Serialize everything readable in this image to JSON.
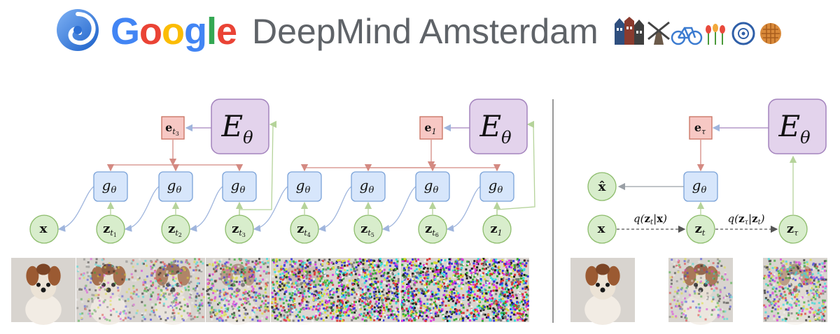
{
  "header": {
    "google_letters": [
      {
        "ch": "G",
        "color": "#4285F4"
      },
      {
        "ch": "o",
        "color": "#EA4335"
      },
      {
        "ch": "o",
        "color": "#FBBC05"
      },
      {
        "ch": "g",
        "color": "#4285F4"
      },
      {
        "ch": "l",
        "color": "#34A853"
      },
      {
        "ch": "e",
        "color": "#EA4335"
      }
    ],
    "brand_rest": "DeepMind Amsterdam",
    "logo_icon": "deepmind-swirl-icon",
    "emoji_icons": [
      "canal-houses-icon",
      "windmill-icon",
      "bicycle-icon",
      "tulips-icon",
      "delft-plate-icon",
      "stroopwafel-icon"
    ]
  },
  "colors": {
    "encoder_fill": "#e3d3ec",
    "encoder_stroke": "#a383bd",
    "embed_fill": "#f7c8c4",
    "embed_stroke": "#c8705f",
    "decoder_fill": "#d7e6fb",
    "decoder_stroke": "#7aa2d8",
    "latent_fill": "#d8edcc",
    "latent_stroke": "#8cbc6b",
    "red_arrow": "#d48a82",
    "blue_arrow": "#9fb5dd",
    "green_arrow": "#b5d39a",
    "gray_arrow": "#9aa0a6"
  },
  "left_panel": {
    "encoders": [
      {
        "main": "E",
        "sub": "θ"
      },
      {
        "main": "E",
        "sub": "θ"
      }
    ],
    "embeddings": [
      {
        "main": "e",
        "sub": "t",
        "subsub": "3"
      },
      {
        "main": "e",
        "sub": "1",
        "subsub": ""
      }
    ],
    "decoder": {
      "main": "g",
      "sub": "θ"
    },
    "latents": [
      {
        "main": "x",
        "sub": "",
        "subsub": ""
      },
      {
        "main": "z",
        "sub": "t",
        "subsub": "1"
      },
      {
        "main": "z",
        "sub": "t",
        "subsub": "2"
      },
      {
        "main": "z",
        "sub": "t",
        "subsub": "3"
      },
      {
        "main": "z",
        "sub": "t",
        "subsub": "4"
      },
      {
        "main": "z",
        "sub": "t",
        "subsub": "5"
      },
      {
        "main": "z",
        "sub": "t",
        "subsub": "6"
      },
      {
        "main": "z",
        "sub": "1",
        "subsub": ""
      }
    ],
    "noise_levels": [
      0.0,
      0.18,
      0.35,
      0.55,
      0.8,
      0.93,
      0.98,
      1.0
    ]
  },
  "right_panel": {
    "encoder": {
      "main": "E",
      "sub": "θ"
    },
    "embedding": {
      "main": "e",
      "sub": "τ"
    },
    "decoder": {
      "main": "g",
      "sub": "θ"
    },
    "x_hat": "x̂",
    "latents": [
      {
        "main": "x",
        "sub": ""
      },
      {
        "main": "z",
        "sub": "t"
      },
      {
        "main": "z",
        "sub": "τ"
      }
    ],
    "q1": {
      "pre": "q(",
      "z": "z",
      "zsub": "t",
      "mid": "|",
      "cond": "x",
      "post": ")"
    },
    "q2": {
      "pre": "q(",
      "z": "z",
      "zsub": "τ",
      "mid": "|",
      "cond": "z",
      "condsub": "t",
      "post": ")"
    },
    "noise_levels": [
      0.0,
      0.25,
      0.55
    ]
  }
}
